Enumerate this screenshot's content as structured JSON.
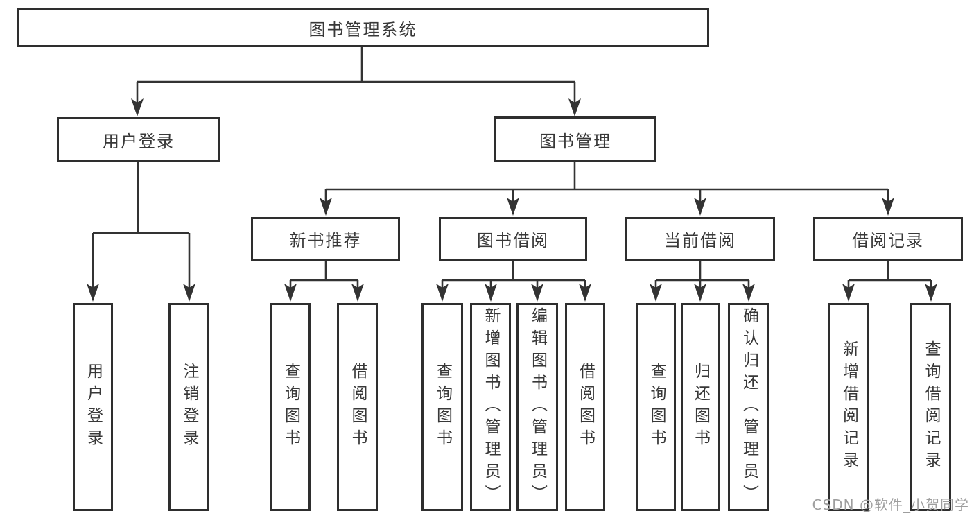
{
  "diagram": {
    "title_node": "图书管理系统",
    "level2": [
      {
        "label": "用户登录"
      },
      {
        "label": "图书管理"
      }
    ],
    "level3": [
      {
        "label": "新书推荐"
      },
      {
        "label": "图书借阅"
      },
      {
        "label": "当前借阅"
      },
      {
        "label": "借阅记录"
      }
    ],
    "level4": [
      {
        "label": "用户登录"
      },
      {
        "label": "注销登录"
      },
      {
        "label": "查询图书"
      },
      {
        "label": "借阅图书"
      },
      {
        "label": "查询图书"
      },
      {
        "label": "新增图书（管理员）"
      },
      {
        "label": "编辑图书（管理员）"
      },
      {
        "label": "借阅图书"
      },
      {
        "label": "查询图书"
      },
      {
        "label": "归还图书"
      },
      {
        "label": "确认归还（管理员）"
      },
      {
        "label": "新增借阅记录"
      },
      {
        "label": "查询借阅记录"
      }
    ],
    "line_color": "#333333",
    "box_border_color": "#2e2e2e",
    "box_fill_color": "#ffffff",
    "text_color": "#383838"
  },
  "watermark": {
    "text": "CSDN @软件_小贺同学",
    "color": "#9e9e9e"
  }
}
